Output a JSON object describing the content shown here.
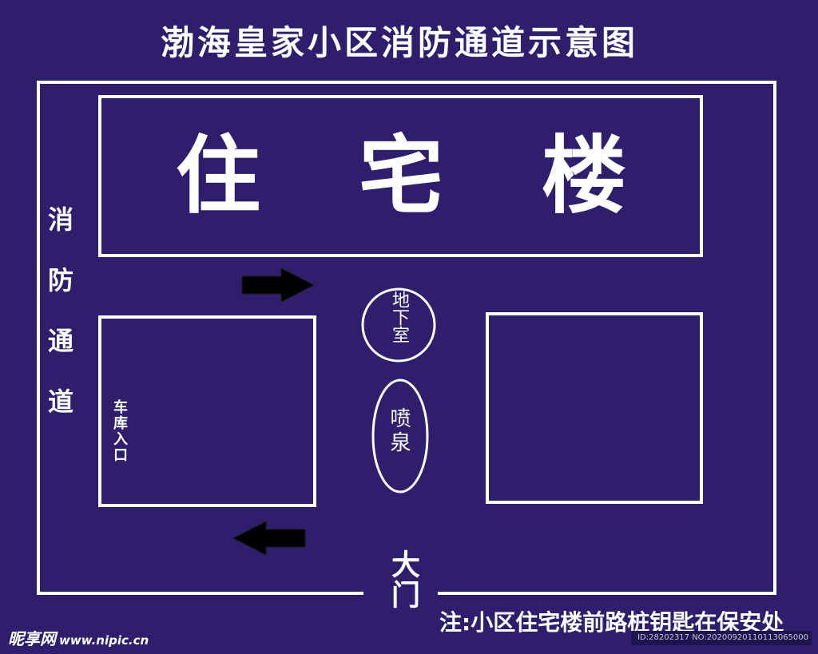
{
  "title": "渤海皇家小区消防通道示意图",
  "building_label": [
    "住",
    "宅",
    "楼"
  ],
  "fire_lane_label": "消防通道",
  "garage_entrance_label": "车库入口",
  "basement_label": "地下室",
  "fountain_label": "喷泉",
  "gate_label": "大门",
  "note": "注:小区住宅楼前路桩钥匙在保安处",
  "watermark": {
    "logo": "昵享网",
    "url": "www.nipic.cn",
    "id": "ID:28202317 NO:20200920110113065000"
  },
  "colors": {
    "background": "#2e1e6c",
    "line": "#ffffff",
    "arrow": "#000000"
  }
}
